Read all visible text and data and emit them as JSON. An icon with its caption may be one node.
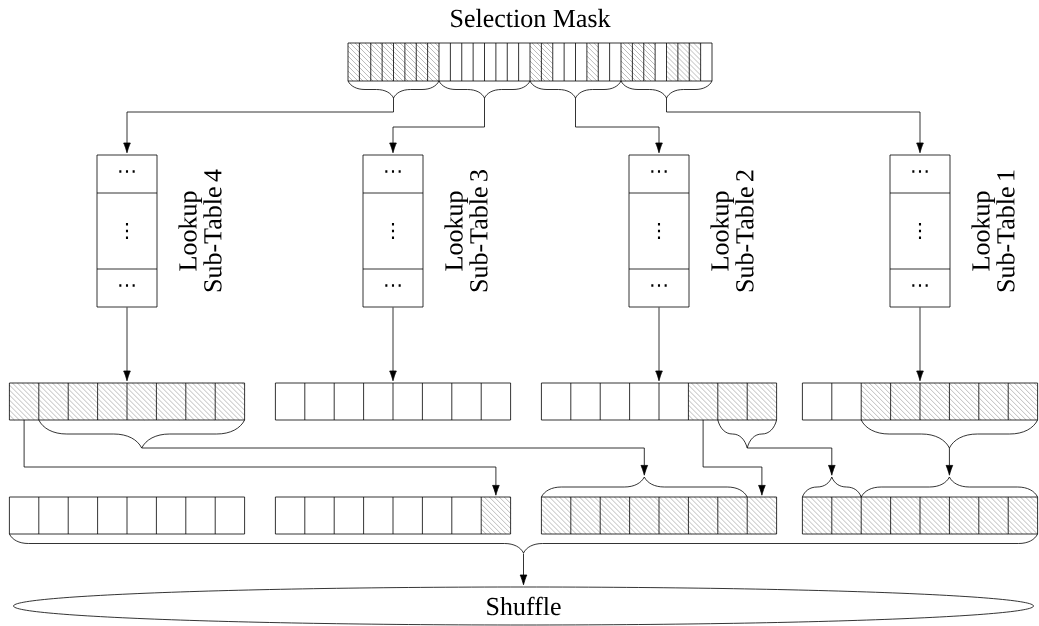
{
  "diagram": {
    "nodes": [
      {
        "text": [
          "Selection Mask"
        ]
      },
      {
        "text": [
          "⋯",
          "⋮",
          "⋯",
          "Lookup Sub-Table 4"
        ]
      },
      {
        "text": [
          "⋯",
          "⋮",
          "⋯",
          "Lookup Sub-Table 3"
        ]
      },
      {
        "text": [
          "⋯",
          "⋮",
          "⋯",
          "Lookup Sub-Table 2"
        ]
      },
      {
        "text": [
          "⋯",
          "⋮",
          "⋯",
          "Lookup Sub-Table 1"
        ]
      },
      {
        "text": [],
        "shape": "bar"
      },
      {
        "text": [],
        "shape": "bar"
      },
      {
        "text": [],
        "shape": "bar"
      },
      {
        "text": [],
        "shape": "bar"
      },
      {
        "text": [],
        "shape": "bar"
      },
      {
        "text": [],
        "shape": "bar"
      },
      {
        "text": [],
        "shape": "bar"
      },
      {
        "text": [],
        "shape": "bar"
      },
      {
        "text": [],
        "shape": "brace"
      },
      {
        "text": [
          "Shuffle"
        ]
      }
    ],
    "edges": [
      {
        "from": 0,
        "to": 1,
        "arrow": "to"
      },
      {
        "from": 0,
        "to": 2,
        "arrow": "to"
      },
      {
        "from": 0,
        "to": 3,
        "arrow": "to"
      },
      {
        "from": 0,
        "to": 4,
        "arrow": "to"
      },
      {
        "from": 1,
        "to": 5,
        "arrow": "to"
      },
      {
        "from": 2,
        "to": 6,
        "arrow": "to"
      },
      {
        "from": 3,
        "to": 7,
        "arrow": "to"
      },
      {
        "from": 4,
        "to": 8,
        "arrow": "to"
      },
      {
        "from": 5,
        "to": 10,
        "arrow": "to"
      },
      {
        "from": 5,
        "to": 11,
        "arrow": "to"
      },
      {
        "from": 7,
        "to": 11,
        "arrow": "to"
      },
      {
        "from": 7,
        "to": 12,
        "arrow": "to"
      },
      {
        "from": 8,
        "to": 12,
        "arrow": "to"
      },
      {
        "from": 13,
        "to": 14,
        "arrow": "to"
      }
    ]
  }
}
